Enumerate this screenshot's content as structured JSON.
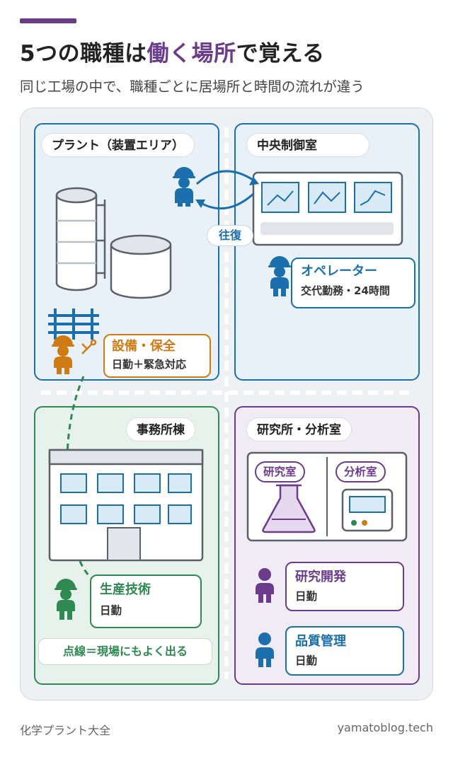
{
  "header": {
    "title_prefix": "5つの職種は",
    "title_highlight": "働く場所",
    "title_suffix": "で覚える",
    "subtitle": "同じ工場の中で、職種ごとに居場所と時間の流れが違う"
  },
  "zones": {
    "plant": "プラント（装置エリア）",
    "control": "中央制御室",
    "office": "事務所棟",
    "lab": "研究所・分析室"
  },
  "roles": {
    "maintenance": {
      "title": "設備・保全",
      "schedule": "日勤＋緊急対応",
      "color": "#d07a13"
    },
    "operator": {
      "title": "オペレーター",
      "schedule": "交代勤務・24時間",
      "color": "#1c6fad"
    },
    "production": {
      "title": "生産技術",
      "schedule": "日勤",
      "color": "#2e8a50"
    },
    "rnd": {
      "title": "研究開発",
      "schedule": "日勤",
      "color": "#6b3b8c"
    },
    "qc": {
      "title": "品質管理",
      "schedule": "日勤",
      "color": "#1c6fad"
    }
  },
  "labels": {
    "round_trip": "往復",
    "lab_room": "研究室",
    "analysis_room": "分析室",
    "dotted_note": "点線＝現場にもよく出る"
  },
  "footer": {
    "left": "化学プラント大全",
    "right": "yamatoblog.tech"
  }
}
